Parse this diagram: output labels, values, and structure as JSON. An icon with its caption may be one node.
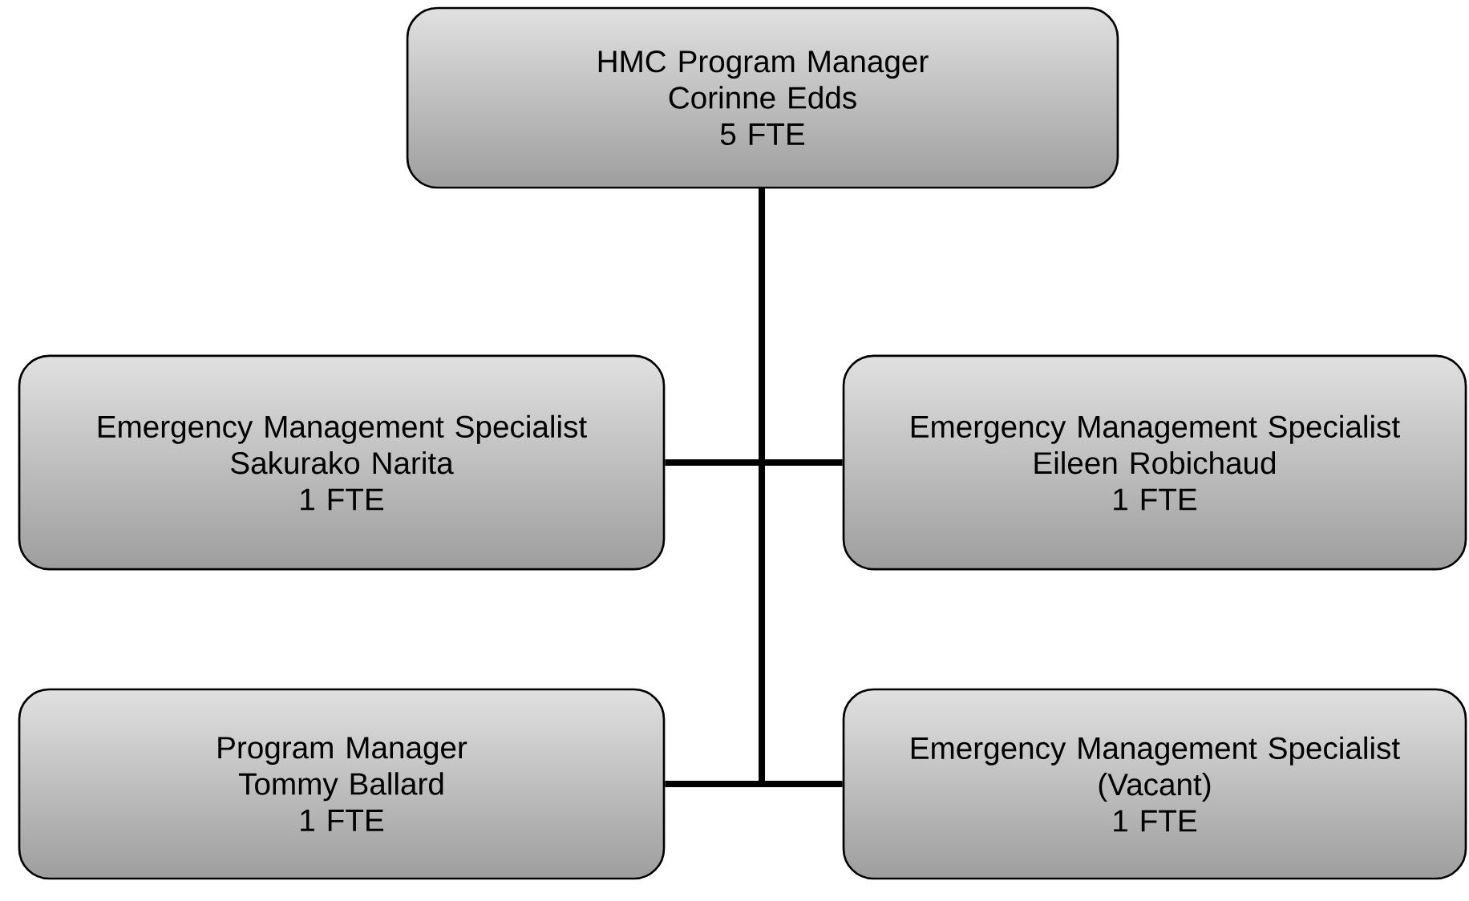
{
  "diagram": {
    "nodes": [
      {
        "text": [
          "HMC Program Manager",
          "Corinne Edds",
          "5 FTE"
        ]
      },
      {
        "text": [
          "Emergency Management Specialist",
          "Sakurako Narita",
          "1 FTE"
        ]
      },
      {
        "text": [
          "Emergency Management Specialist",
          "Eileen Robichaud",
          "1 FTE"
        ]
      },
      {
        "text": [
          "Program Manager",
          "Tommy Ballard",
          "1 FTE"
        ]
      },
      {
        "text": [
          "Emergency Management Specialist",
          "(Vacant)",
          "1 FTE"
        ]
      }
    ],
    "edges": [
      {
        "from": 0,
        "to": 1,
        "arrow": "none"
      },
      {
        "from": 0,
        "to": 2,
        "arrow": "none"
      },
      {
        "from": 0,
        "to": 3,
        "arrow": "none"
      },
      {
        "from": 0,
        "to": 4,
        "arrow": "none"
      }
    ]
  }
}
